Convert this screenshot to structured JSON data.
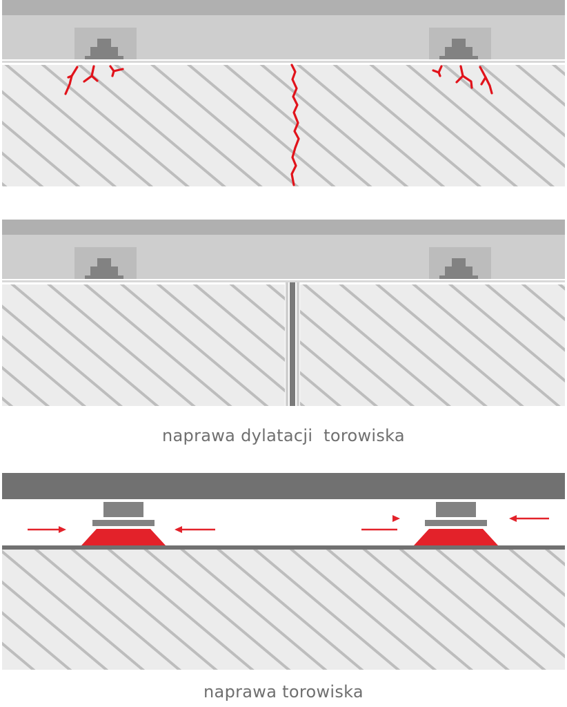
{
  "captions": {
    "expansion_joint_repair": "naprawa dylatacji  torowiska",
    "track_repair": "naprawa torowiska"
  },
  "colors": {
    "concrete_fill": "#ececec",
    "concrete_hatch": "#bdbdbd",
    "rail_top": "#b0b0b0",
    "rail_body": "#cecece",
    "fastener": "#828282",
    "fastener_pad": "#bcbcbc",
    "crack": "#e1131b",
    "joint": "#7a7a7a",
    "rail_dark": "#717171",
    "pad_red": "#e3222a",
    "arrow_red": "#e3222a",
    "caption_text": "#6f6f6f"
  },
  "icons": {
    "crack": "crack-line",
    "fastener": "rail-fastener",
    "arrow": "arrow-line"
  }
}
